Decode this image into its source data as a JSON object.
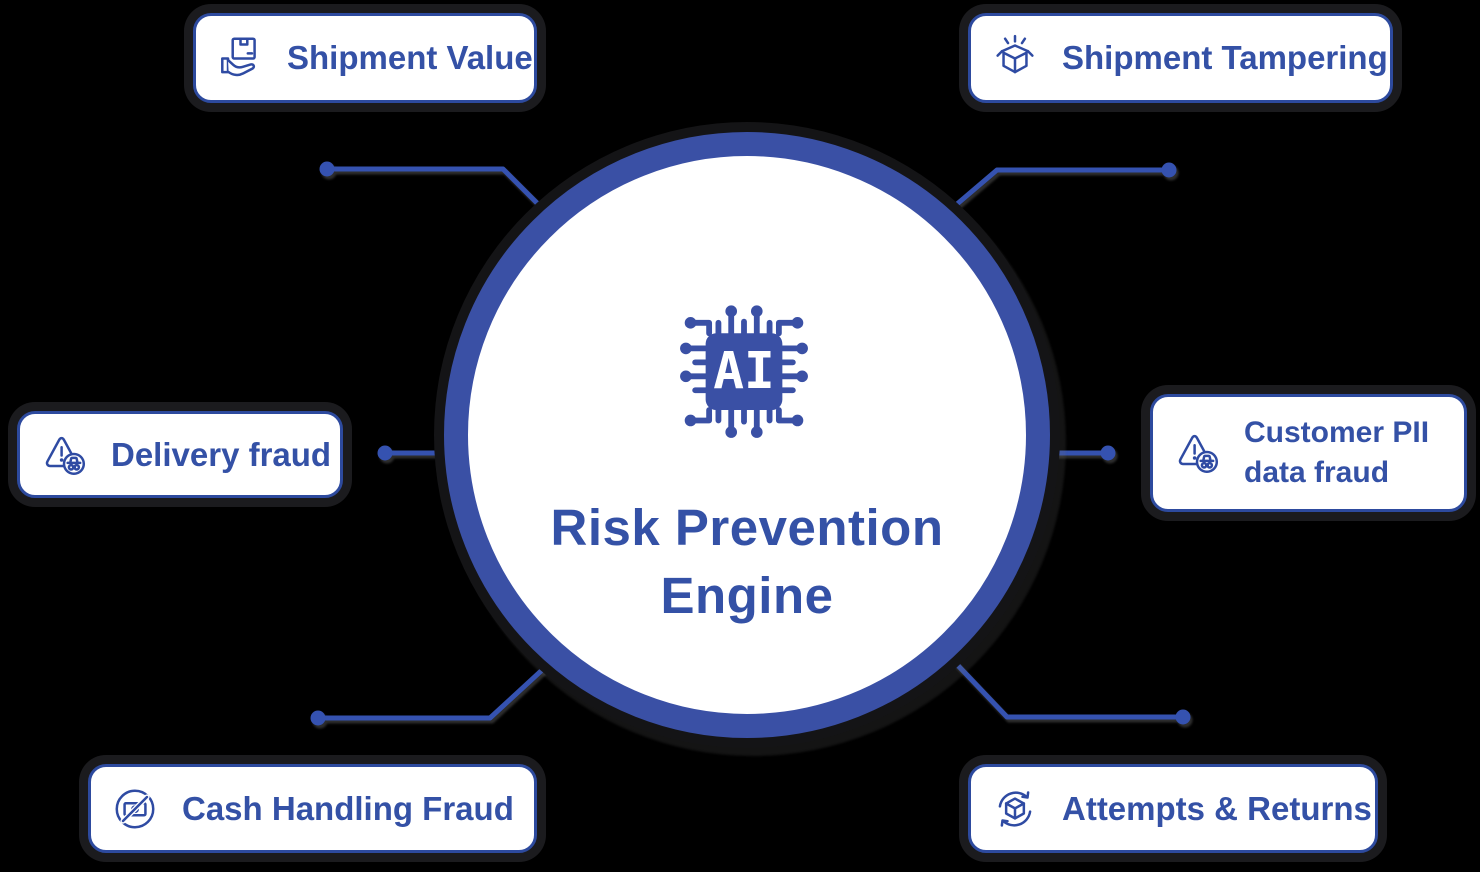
{
  "colors": {
    "primary": "#3A50A5",
    "line": "#3552B0",
    "text": "#3451A6",
    "box_border": "#2D4A9E",
    "box_bg": "#FFFFFF",
    "halo": "#1B1B1E",
    "canvas": "#000000"
  },
  "center": {
    "title_line1": "Risk Prevention",
    "title_line2": "Engine",
    "chip_label": "AI",
    "icon": "ai-chip-icon"
  },
  "nodes": [
    {
      "id": "shipment-value",
      "label": "Shipment Value",
      "icon": "hand-holding-box-icon",
      "position": "top-left"
    },
    {
      "id": "shipment-tampering",
      "label": "Shipment Tampering",
      "icon": "open-box-burst-icon",
      "position": "top-right"
    },
    {
      "id": "delivery-fraud",
      "label": "Delivery fraud",
      "icon": "warning-spy-icon",
      "position": "middle-left"
    },
    {
      "id": "customer-pii-data-fraud",
      "label": "Customer PII data fraud",
      "label_line1": "Customer PII",
      "label_line2": "data fraud",
      "icon": "warning-spy-icon",
      "position": "middle-right"
    },
    {
      "id": "cash-handling-fraud",
      "label": "Cash Handling Fraud",
      "icon": "no-cash-icon",
      "position": "bottom-left"
    },
    {
      "id": "attempts-returns",
      "label": "Attempts & Returns",
      "icon": "box-return-cycle-icon",
      "position": "bottom-right"
    }
  ]
}
